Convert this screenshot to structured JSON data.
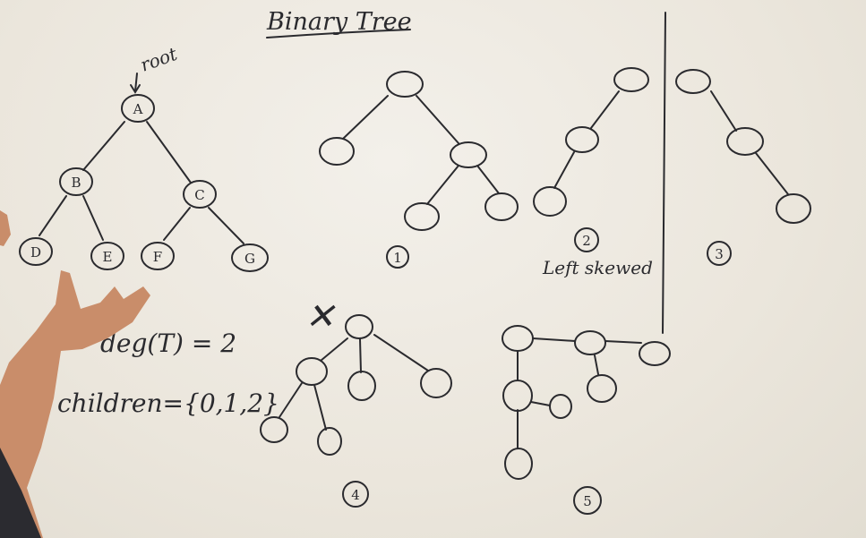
{
  "title": "Binary Tree",
  "root_note": "root",
  "example_tree": {
    "nodes": [
      "A",
      "B",
      "C",
      "D",
      "E",
      "F",
      "G"
    ]
  },
  "formulas": {
    "degree": "deg(T) = 2",
    "children": "children={0,1,2}"
  },
  "tree_labels": {
    "t1": "1",
    "t2": "2",
    "t2_caption": "Left skewed",
    "t3": "3",
    "t4": "4",
    "t4_mark": "✕",
    "t5": "5"
  }
}
